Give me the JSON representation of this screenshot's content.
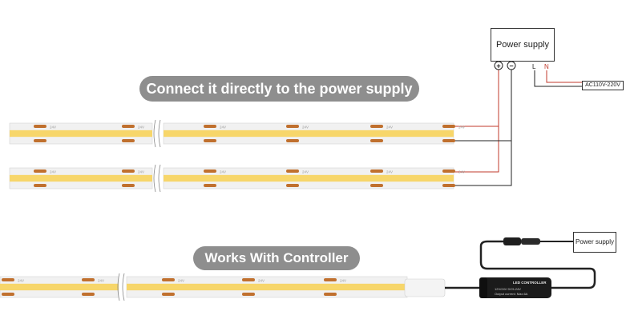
{
  "banners": {
    "direct": "Connect it directly to the power supply",
    "controller": "Works With Controller"
  },
  "power_supply_label": "Power supply",
  "power_supply_label_small": "Power supply",
  "ac_input": "AC110V-220V",
  "terminals": {
    "plus": "+",
    "minus": "−",
    "L": "L",
    "N": "N"
  },
  "strip_marking": "24V",
  "controller": {
    "brand": "LED CONTROLLER",
    "line2": "12V/24V DC5-24V",
    "line3": "Output current: Max.6A"
  },
  "colors": {
    "strip_yellow": "#f7d66a",
    "pad_copper": "#c0702e",
    "wire_red": "#c0392b",
    "wire_black": "#222222",
    "banner_gray": "#8e8e8e"
  }
}
